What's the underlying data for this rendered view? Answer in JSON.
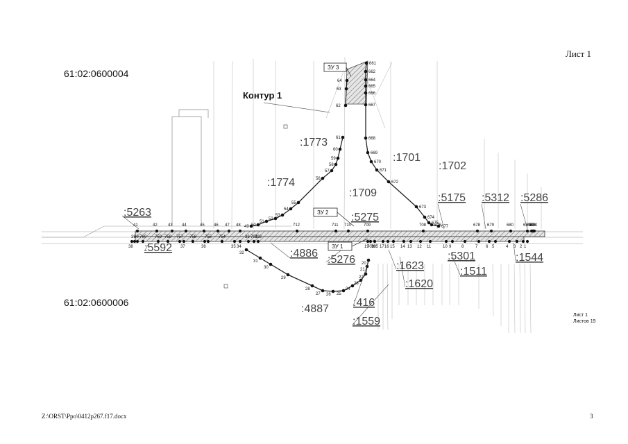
{
  "header": {
    "sheet": "Лист 1"
  },
  "quarters": {
    "top": "61:02:0600004",
    "bottom": "61:02:0600006"
  },
  "contour": "Контур 1",
  "zones": {
    "zu1": "ЗУ 1",
    "zu2": "ЗУ 2",
    "zu3": "ЗУ 3"
  },
  "parcels": [
    ":1773",
    ":1701",
    ":1702",
    ":1774",
    ":1709",
    ":5175",
    ":5312",
    ":5286",
    ":5263",
    ":5275",
    ":5592",
    ":4886",
    ":5276",
    ":5301",
    ":1544",
    ":1623",
    ":1511",
    ":1620",
    ":416",
    ":4887",
    ":1559"
  ],
  "underlined_parcels": [
    ":5263",
    ":5592",
    ":4886",
    ":5276",
    ":5301",
    ":1544",
    ":1623",
    ":1511",
    ":1620",
    ":416",
    ":1559",
    ":5175",
    ":5312",
    ":5286",
    ":5275"
  ],
  "points": {
    "north_left": [
      "61",
      "60",
      "59",
      "58",
      "57",
      "56",
      "55",
      "54",
      "53",
      "52",
      "51",
      "50",
      "49"
    ],
    "north_right": [
      "661",
      "662",
      "664",
      "665",
      "666",
      "667",
      "668",
      "669",
      "670",
      "671",
      "672",
      "673",
      "674",
      "675",
      "676",
      "677"
    ],
    "zu3_left": [
      "64",
      "63",
      "62"
    ],
    "strip_top": [
      "41",
      "42",
      "43",
      "44",
      "45",
      "46",
      "47",
      "48",
      "712",
      "711",
      "710",
      "709",
      "708",
      "678",
      "679",
      "680",
      "681",
      "682",
      "683",
      "684"
    ],
    "strip_bottom": [
      "39",
      "40",
      "760",
      "759",
      "758",
      "757",
      "756",
      "755",
      "754",
      "38",
      "37",
      "36",
      "35",
      "34",
      "33",
      "701",
      "702",
      "703",
      "705",
      "19",
      "18",
      "17",
      "16",
      "15",
      "14",
      "13",
      "12",
      "11",
      "10",
      "9",
      "8",
      "7",
      "6",
      "5",
      "4",
      "3",
      "2",
      "1"
    ],
    "south": [
      "32",
      "31",
      "30",
      "29",
      "28",
      "27",
      "26",
      "25",
      "24",
      "23",
      "22",
      "21",
      "20"
    ]
  },
  "sheet_info": {
    "line1": "Лист 1",
    "line2": "Листов 15"
  },
  "footer": {
    "path": "Z:\\ORST\\Ppo\\0412p267.f17.docx",
    "page": "3"
  }
}
